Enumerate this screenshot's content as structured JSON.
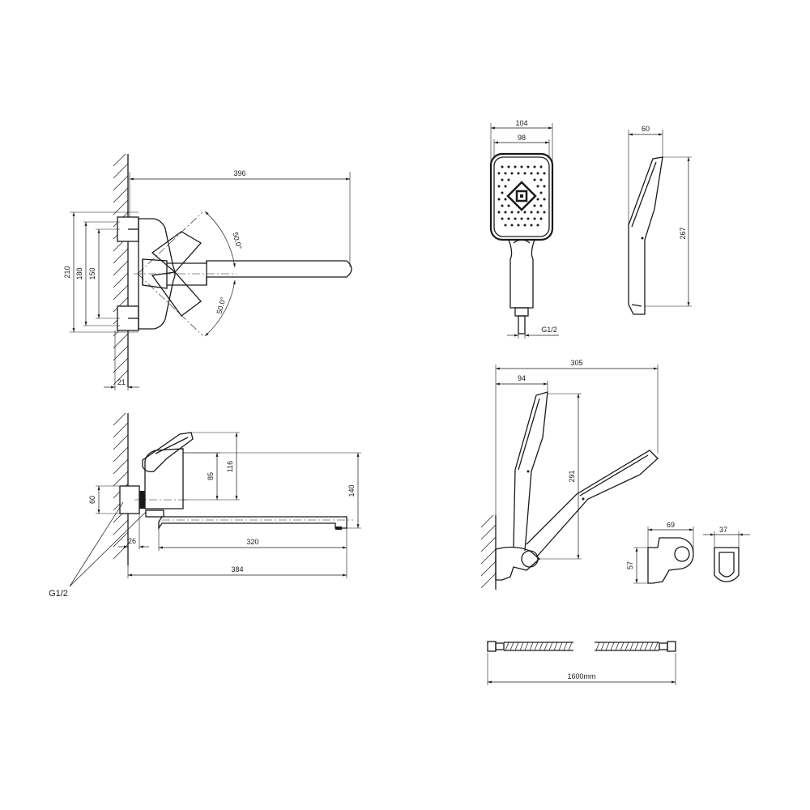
{
  "top_view": {
    "dims": {
      "length_396": "396",
      "height_210": "210",
      "height_180": "180",
      "height_150": "150",
      "wall_21": "21",
      "angle_upper": "50.0°",
      "angle_lower": "50.0°"
    }
  },
  "side_view": {
    "dims": {
      "height_116": "116",
      "height_85": "85",
      "height_140": "140",
      "height_60": "60",
      "offset_26": "26",
      "spout_320": "320",
      "total_384": "384"
    },
    "thread_label": "G1/2"
  },
  "hand_shower": {
    "dims": {
      "width_104": "104",
      "width_98": "98",
      "thread": "G1/2",
      "depth_60": "60",
      "length_267": "267"
    }
  },
  "holder_assembly": {
    "dims": {
      "reach_305": "305",
      "offset_94": "94",
      "height_291": "291",
      "holder_69": "69",
      "holder_57": "57",
      "holder_37": "37"
    }
  },
  "hose": {
    "dims": {
      "length": "1600mm"
    }
  }
}
